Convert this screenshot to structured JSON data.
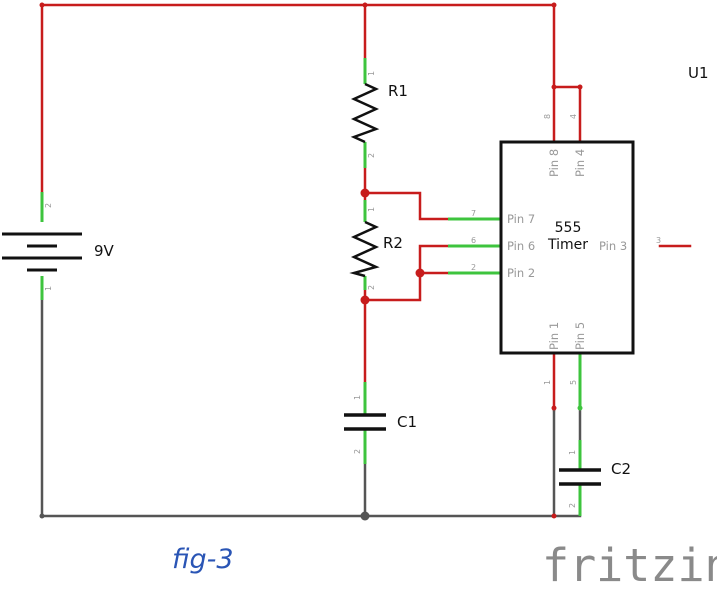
{
  "colors": {
    "power_wire": "#c71c1c",
    "ground_wire": "#555555",
    "pin_lead": "#3ec43e",
    "node_red": "#c71c1c",
    "node_dark": "#555555",
    "caption": "#2a55b5",
    "brand": "#8a8a8a"
  },
  "battery": {
    "label": "9V",
    "pin_top": "2",
    "pin_bottom": "1"
  },
  "r1": {
    "label": "R1",
    "pin_top": "1",
    "pin_bottom": "2"
  },
  "r2": {
    "label": "R2",
    "pin_top": "1",
    "pin_bottom": "2"
  },
  "c1": {
    "label": "C1",
    "pin_top": "1",
    "pin_bottom": "2"
  },
  "c2": {
    "label": "C2",
    "pin_top": "1",
    "pin_bottom": "2"
  },
  "ic": {
    "ref": "U1",
    "name_line1": "555",
    "name_line2": "Timer",
    "pins": {
      "p8": {
        "label": "Pin 8",
        "num": "8"
      },
      "p4": {
        "label": "Pin 4",
        "num": "4"
      },
      "p7": {
        "label": "Pin 7",
        "num": "7"
      },
      "p6": {
        "label": "Pin 6",
        "num": "6"
      },
      "p2": {
        "label": "Pin 2",
        "num": "2"
      },
      "p3": {
        "label": "Pin 3",
        "num": "3"
      },
      "p1": {
        "label": "Pin 1",
        "num": "1"
      },
      "p5": {
        "label": "Pin 5",
        "num": "5"
      }
    }
  },
  "caption": "fig-3",
  "brand": "fritzing"
}
